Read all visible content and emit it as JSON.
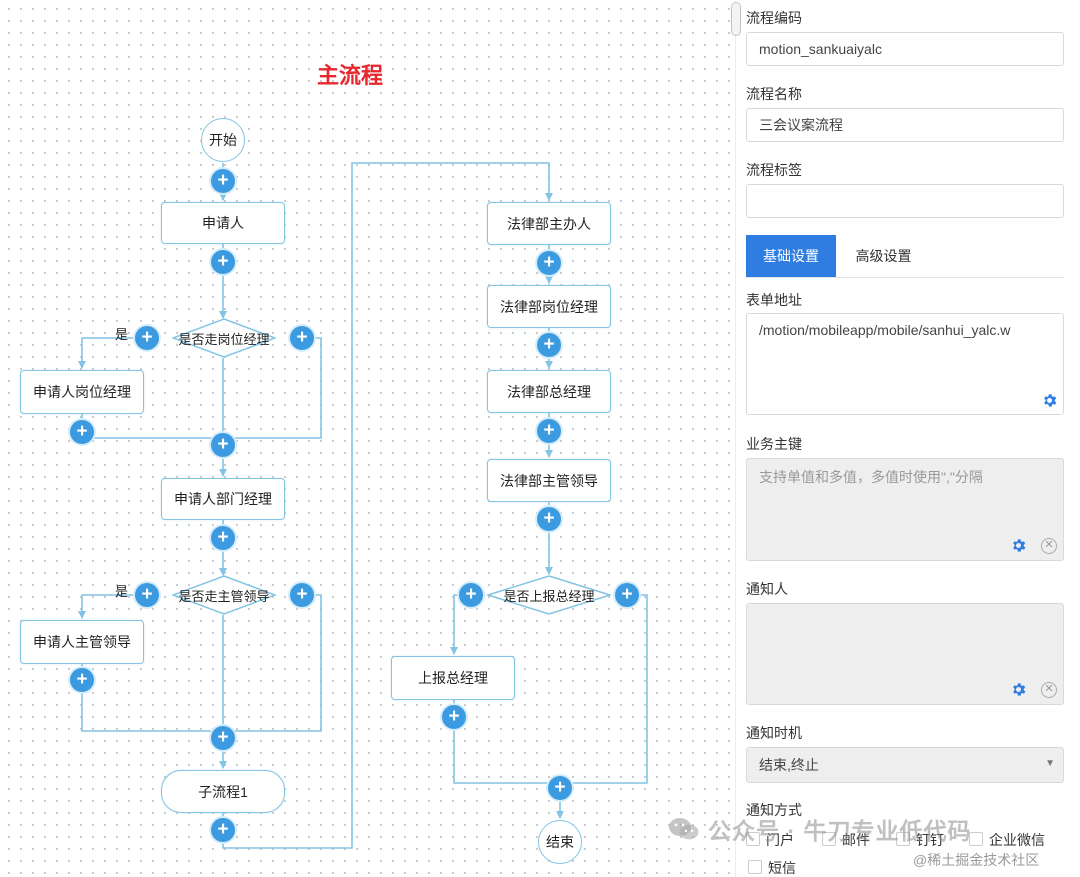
{
  "canvas": {
    "title": "主流程",
    "nodes": {
      "start": "开始",
      "applicant": "申请人",
      "decision_post_manager": "是否走岗位经理",
      "yes_label_1": "是",
      "applicant_post_manager": "申请人岗位经理",
      "applicant_dept_manager": "申请人部门经理",
      "decision_supervisor": "是否走主管领导",
      "yes_label_2": "是",
      "applicant_supervisor": "申请人主管领导",
      "subprocess": "子流程1",
      "legal_handler": "法律部主办人",
      "legal_post_manager": "法律部岗位经理",
      "legal_general_manager": "法律部总经理",
      "legal_supervisor": "法律部主管领导",
      "decision_report_gm": "是否上报总经理",
      "report_gm": "上报总经理",
      "end": "结束"
    },
    "plus_glyph": "+"
  },
  "panel": {
    "process_code": {
      "label": "流程编码",
      "value": "motion_sankuaiyalc"
    },
    "process_name": {
      "label": "流程名称",
      "value": "三会议案流程"
    },
    "process_tag": {
      "label": "流程标签",
      "value": ""
    },
    "tabs": [
      {
        "label": "基础设置",
        "active": true
      },
      {
        "label": "高级设置",
        "active": false
      }
    ],
    "form_address": {
      "label": "表单地址",
      "value": "/motion/mobileapp/mobile/sanhui_yalc.w"
    },
    "business_key": {
      "label": "业务主键",
      "placeholder": "支持单值和多值，多值时使用\",\"分隔"
    },
    "notify_person": {
      "label": "通知人",
      "value": ""
    },
    "notify_timing": {
      "label": "通知时机",
      "value": "结束,终止"
    },
    "notify_method": {
      "label": "通知方式",
      "options": [
        "门户",
        "邮件",
        "钉钉",
        "企业微信",
        "短信"
      ]
    }
  },
  "watermarks": {
    "wechat": "公众号 · 牛刀专业低代码",
    "juejin": "@稀土掘金技术社区"
  },
  "colors": {
    "accent": "#2f7de1",
    "plus": "#3c9be0",
    "edge": "#82c4e4",
    "title": "#e8262d"
  }
}
